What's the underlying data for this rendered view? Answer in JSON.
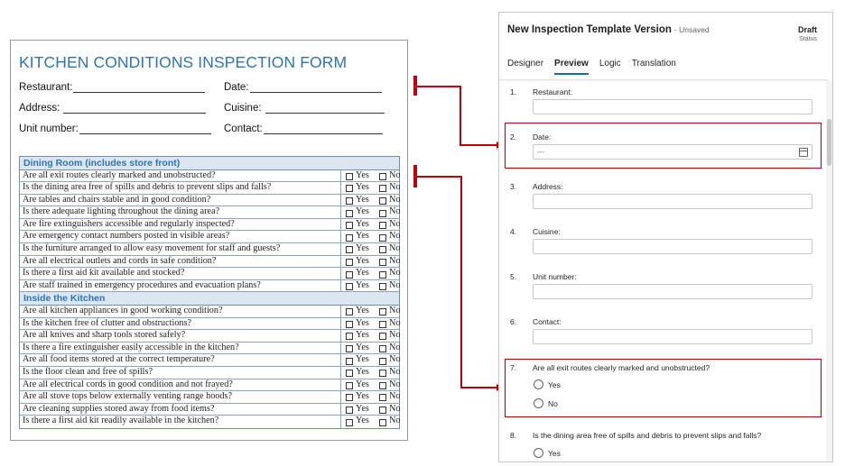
{
  "paper": {
    "title": "KITCHEN CONDITIONS INSPECTION FORM",
    "fields": [
      {
        "label": "Restaurant:",
        "line": "_______________________"
      },
      {
        "label": "Date:",
        "line": "_______________________"
      },
      {
        "label": "Address:",
        "line": "_______________________"
      },
      {
        "label": "Cuisine:",
        "line": "_______________________"
      },
      {
        "label": "Unit number:",
        "line": "_______________________"
      },
      {
        "label": "Contact:",
        "line": "_______________________"
      }
    ],
    "yes_label": "Yes",
    "no_label": "No",
    "sections": [
      {
        "title": "Dining Room (includes store front)",
        "questions": [
          "Are all exit routes clearly marked and unobstructed?",
          "Is the dining area free of spills and debris to prevent slips and falls?",
          "Are tables and chairs stable and in good condition?",
          "Is there adequate lighting throughout the dining area?",
          "Are fire extinguishers accessible and regularly inspected?",
          "Are emergency contact numbers posted in visible areas?",
          "Is the furniture arranged to allow easy movement for staff and guests?",
          "Are all electrical outlets and cords in safe condition?",
          "Is there a first aid kit available and stocked?",
          "Are staff trained in emergency procedures and evacuation plans?"
        ]
      },
      {
        "title": "Inside the Kitchen",
        "questions": [
          "Are all kitchen appliances in good working condition?",
          "Is the kitchen free of clutter and obstructions?",
          "Are all knives and sharp tools stored safely?",
          "Is there a fire extinguisher easily accessible in the kitchen?",
          "Are all food items stored at the correct temperature?",
          "Is the floor clean and free of spills?",
          "Are all electrical cords in good condition and not frayed?",
          "Are all stove tops below externally venting range hoods?",
          "Are cleaning supplies stored away from food items?",
          "Is there a first aid kit readily available in the kitchen?"
        ]
      }
    ]
  },
  "app": {
    "title": "New Inspection Template Version",
    "unsaved": "- Unsaved",
    "status_value": "Draft",
    "status_label": "Status",
    "tabs": [
      "Designer",
      "Preview",
      "Logic",
      "Translation"
    ],
    "active_tab": "Preview",
    "questions": [
      {
        "num": "1.",
        "label": "Restaurant:"
      },
      {
        "num": "2.",
        "label": "Date:",
        "placeholder": "---"
      },
      {
        "num": "3.",
        "label": "Address:"
      },
      {
        "num": "4.",
        "label": "Cuisine:"
      },
      {
        "num": "5.",
        "label": "Unit number:"
      },
      {
        "num": "6.",
        "label": "Contact:"
      },
      {
        "num": "7.",
        "label": "Are all exit routes clearly marked and unobstructed?",
        "options": [
          "Yes",
          "No"
        ]
      },
      {
        "num": "8.",
        "label": "Is the dining area free of spills and debris to prevent slips and falls?",
        "options": [
          "Yes"
        ]
      }
    ]
  },
  "colors": {
    "accent": "#0f6cbd",
    "highlight": "#c0000b",
    "form_blue": "#2e74b5"
  }
}
